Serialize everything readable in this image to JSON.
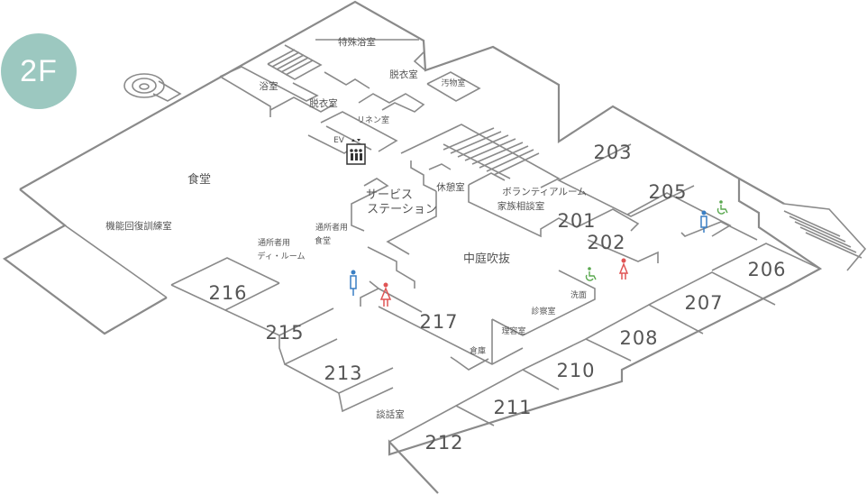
{
  "floor_label": "2F",
  "colors": {
    "badge": "#9cc8c0",
    "wall": "#8a8a8a",
    "text": "#555555",
    "men_icon": "#3a7fc4",
    "women_icon": "#e05555",
    "accessible_icon": "#5aa84f"
  },
  "icons": [
    "elevator-icon",
    "men-restroom-icon",
    "women-restroom-icon",
    "accessible-restroom-icon",
    "stairs-icon",
    "bath-icon"
  ],
  "rooms": {
    "r203": "203",
    "r205": "205",
    "r206": "206",
    "r207": "207",
    "r208": "208",
    "r210": "210",
    "r211": "211",
    "r212": "212",
    "r213": "213",
    "r215": "215",
    "r216": "216",
    "r217": "217",
    "r201": "201",
    "r202": "202"
  },
  "labels": {
    "special_bath": "特殊浴室",
    "changing_room_1": "脱衣室",
    "soiled_room": "汚物室",
    "bath_room": "浴室",
    "changing_room_2": "脱衣室",
    "linen_room": "リネン室",
    "ev": "EV",
    "dining": "食堂",
    "rehab_room": "機能回復訓練室",
    "service_station_1": "サービス",
    "service_station_2": "ステーション",
    "lounge": "休憩室",
    "volunteer_room": "ボランティアルーム",
    "family_room": "家族相談室",
    "daycare_corridor_1": "通所者用",
    "daycare_corridor_2": "ディ・ルーム",
    "daycare_dining_1": "通所者用",
    "daycare_dining_2": "食堂",
    "courtyard": "中庭吹抜",
    "washroom": "洗面",
    "exam_room": "診察室",
    "barber": "理容室",
    "storage": "倉庫",
    "talk_room": "談話室"
  }
}
